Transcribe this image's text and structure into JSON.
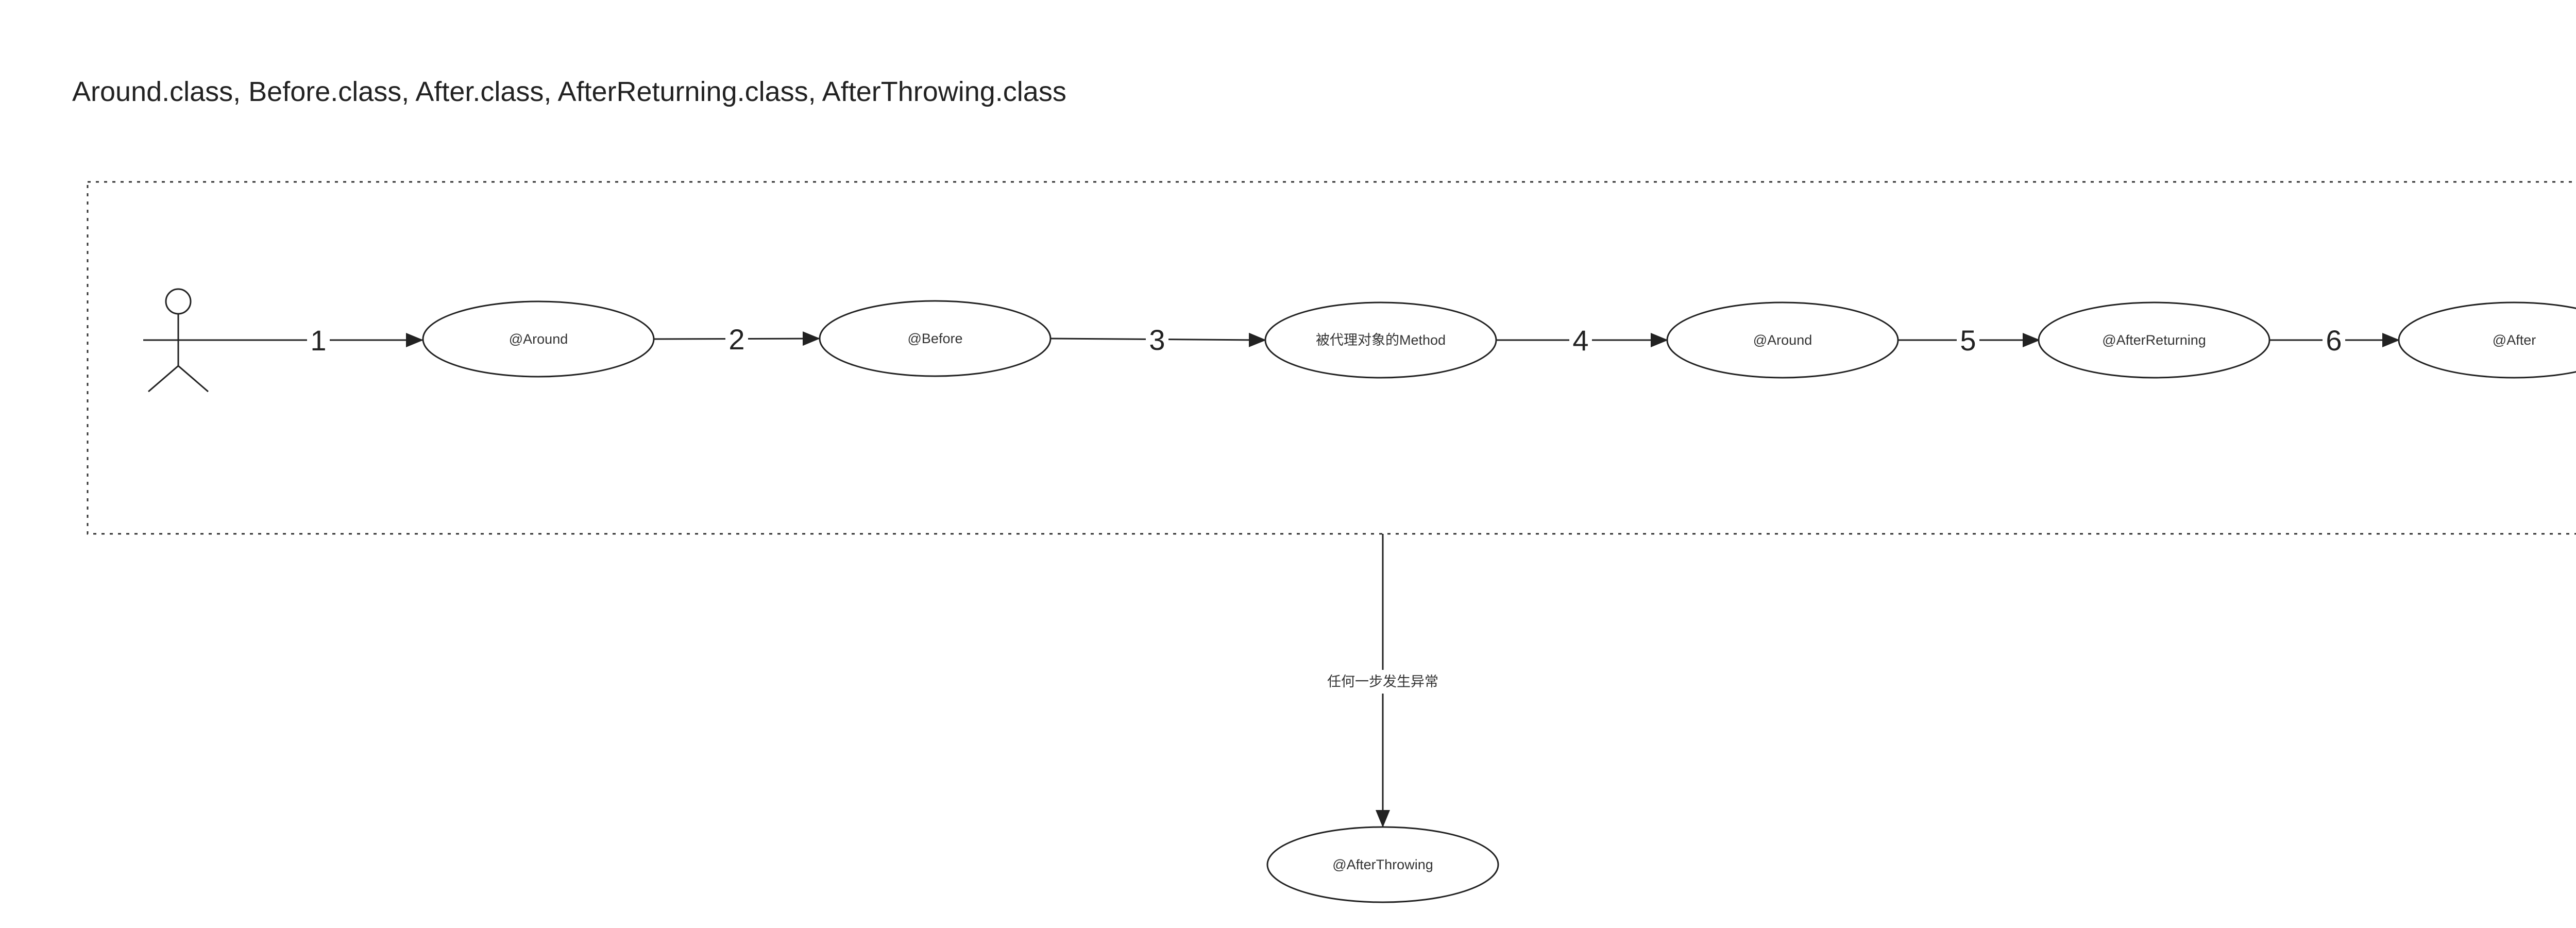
{
  "title": "Around.class, Before.class, After.class, AfterReturning.class, AfterThrowing.class",
  "nodes": [
    {
      "id": "around-1",
      "label": "@Around"
    },
    {
      "id": "before",
      "label": "@Before"
    },
    {
      "id": "method",
      "label": "被代理对象的Method"
    },
    {
      "id": "around-2",
      "label": "@Around"
    },
    {
      "id": "after-returning",
      "label": "@AfterReturning"
    },
    {
      "id": "after",
      "label": "@After"
    },
    {
      "id": "after-throwing",
      "label": "@AfterThrowing"
    }
  ],
  "steps": [
    "1",
    "2",
    "3",
    "4",
    "5",
    "6"
  ],
  "exception_label": "任何一步发生异常",
  "colors": {
    "stroke": "#222222",
    "frame": "#333333",
    "background": "#ffffff"
  },
  "icons": {
    "actor": "stick-figure-icon"
  }
}
